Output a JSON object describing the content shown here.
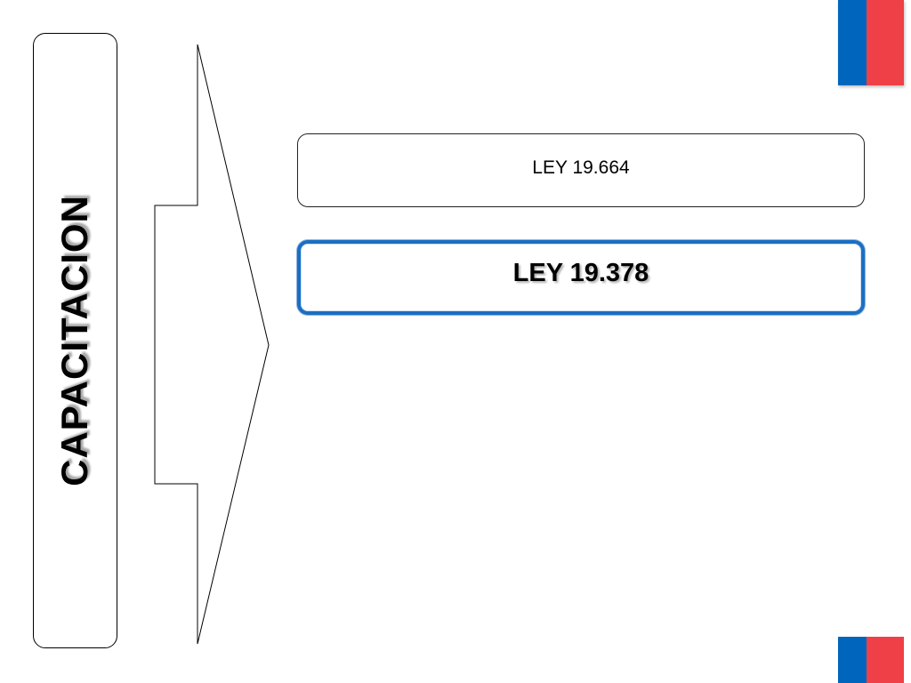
{
  "side": {
    "title": "CAPACITACION"
  },
  "laws": {
    "first": "LEY 19.664",
    "second": "LEY 19.378"
  },
  "colors": {
    "flag_blue": "#0066bd",
    "flag_red": "#ef3f47",
    "highlight_border": "#1a6fc2"
  },
  "icons": {
    "flag": "chile-flag-icon"
  }
}
